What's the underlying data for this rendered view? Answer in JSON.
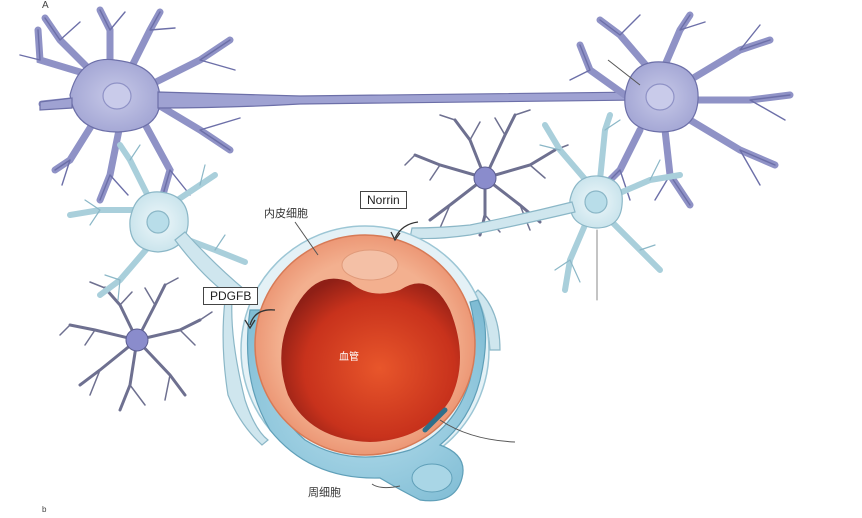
{
  "panel_letters": {
    "top": "A",
    "bottom": "b"
  },
  "labels": {
    "endothelial_cell": "内皮细胞",
    "blood_vessel": "血管",
    "pericyte": "周细胞",
    "norrin": "Norrin",
    "pdgfb": "PDGFB"
  },
  "colors": {
    "neuron": "#a9abd6",
    "neuron_stroke": "#6c6fa8",
    "neuron_nucleus": "#c3c5e6",
    "astrocyte_body": "#cfe6ee",
    "astrocyte_nucleus": "#b3dbe8",
    "microglia": "#6e7090",
    "microglia_nucleus": "#8a8ccc",
    "pericyte": "#8fc6dc",
    "endothelium": "#f0a383",
    "lumen": "#c9341f"
  }
}
